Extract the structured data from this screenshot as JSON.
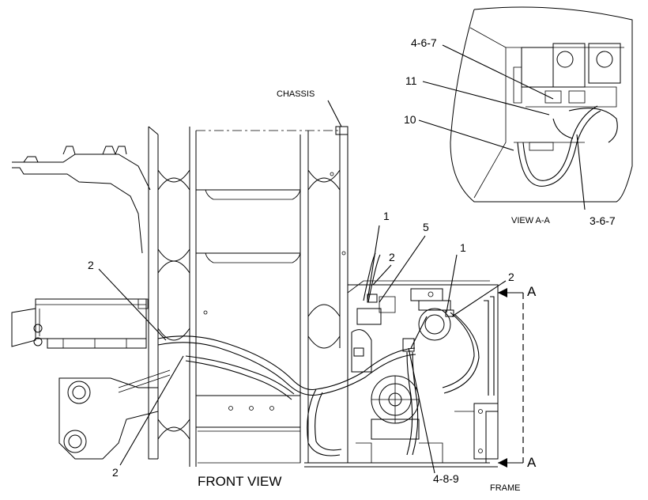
{
  "labels": {
    "chassis": "CHASSIS",
    "view_aa": "VIEW A-A",
    "front_view": "FRONT VIEW",
    "frame": "FRAME",
    "section_top": "A",
    "section_bottom": "A"
  },
  "callouts": {
    "c_467": "4-6-7",
    "c_11": "11",
    "c_10": "10",
    "c_367": "3-6-7",
    "c_1_left": "1",
    "c_5": "5",
    "c_2_mid": "2",
    "c_1_right": "1",
    "c_2_right": "2",
    "c_2_left": "2",
    "c_2_bottom": "2",
    "c_489": "4-8-9"
  }
}
